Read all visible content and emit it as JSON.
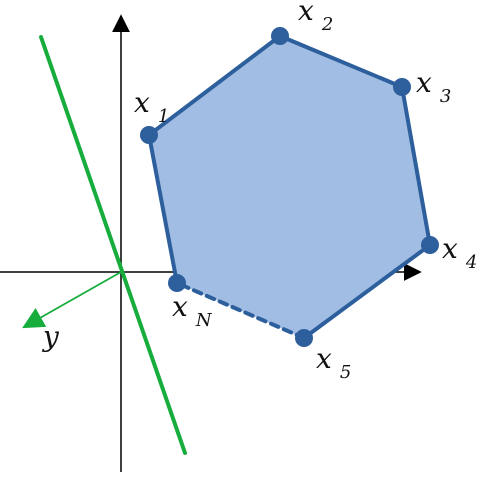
{
  "diagram": {
    "colors": {
      "axis": "#000000",
      "polygon_fill": "#a1bde3",
      "polygon_stroke": "#2d5f9d",
      "vertex": "#2d5f9d",
      "line": "#16ad3c",
      "y_vector": "#16ad3c",
      "label": "#111111"
    },
    "labels": {
      "x1": {
        "main": "x",
        "sub": "1"
      },
      "x2": {
        "main": "x",
        "sub": "2"
      },
      "x3": {
        "main": "x",
        "sub": "3"
      },
      "x4": {
        "main": "x",
        "sub": "4"
      },
      "x5": {
        "main": "x",
        "sub": "5"
      },
      "xN": {
        "main": "x",
        "sub": "N"
      },
      "y": "y"
    },
    "edges": {
      "x5_to_xN": "dashed"
    }
  }
}
